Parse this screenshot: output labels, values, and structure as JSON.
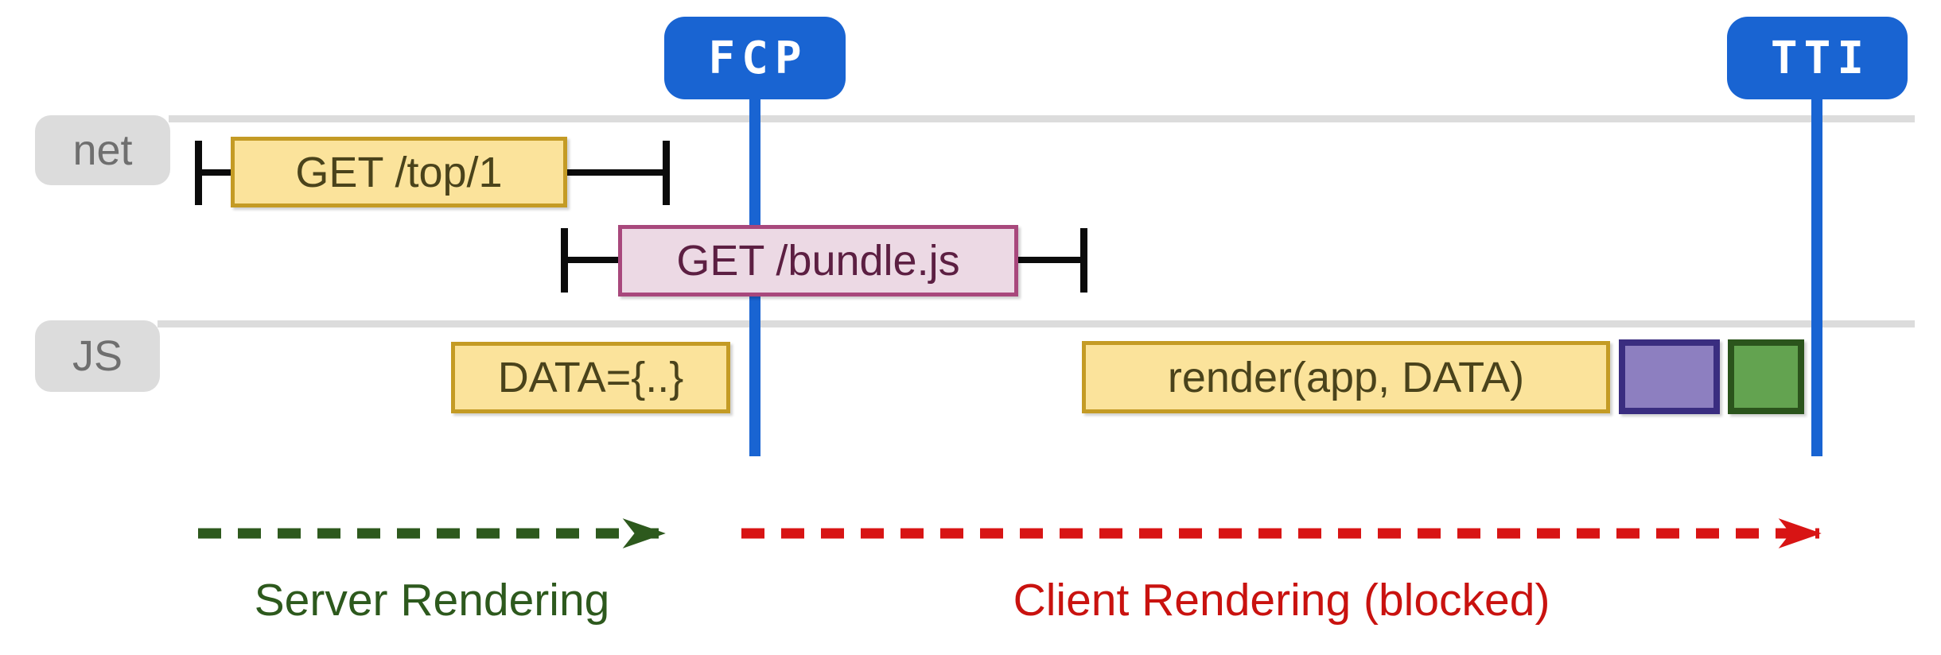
{
  "markers": {
    "fcp": {
      "label": "FCP"
    },
    "tti": {
      "label": "TTI"
    }
  },
  "tracks": {
    "net": {
      "label": "net"
    },
    "js": {
      "label": "JS"
    }
  },
  "events": {
    "get_top": {
      "track": "net",
      "label": "GET /top/1"
    },
    "get_bundle": {
      "track": "net",
      "label": "GET /bundle.js"
    },
    "data": {
      "track": "js",
      "label": "DATA={..}"
    },
    "render": {
      "track": "js",
      "label": "render(app, DATA)"
    },
    "task_purple": {
      "track": "js",
      "label": ""
    },
    "task_green": {
      "track": "js",
      "label": ""
    }
  },
  "phases": {
    "server": {
      "label": "Server Rendering"
    },
    "client": {
      "label": "Client Rendering (blocked)"
    }
  },
  "colors": {
    "marker_blue": "#1964d2",
    "track_gray": "#dcdcdc",
    "track_text_gray": "#6f6f6f",
    "event_yellow_fill": "#fbe39b",
    "event_yellow_border": "#c49b25",
    "event_yellow_text": "#4a431b",
    "bundle_pink_fill": "#ecd9e4",
    "bundle_pink_border": "#a8487c",
    "bundle_pink_text": "#5c1f42",
    "task_purple_fill": "#8d7fc0",
    "task_purple_border": "#3a2d80",
    "task_green_fill": "#63a350",
    "task_green_border": "#2b541c",
    "server_green": "#2d591d",
    "client_red": "#c9120f",
    "whisker_black": "#0b0b0b"
  }
}
